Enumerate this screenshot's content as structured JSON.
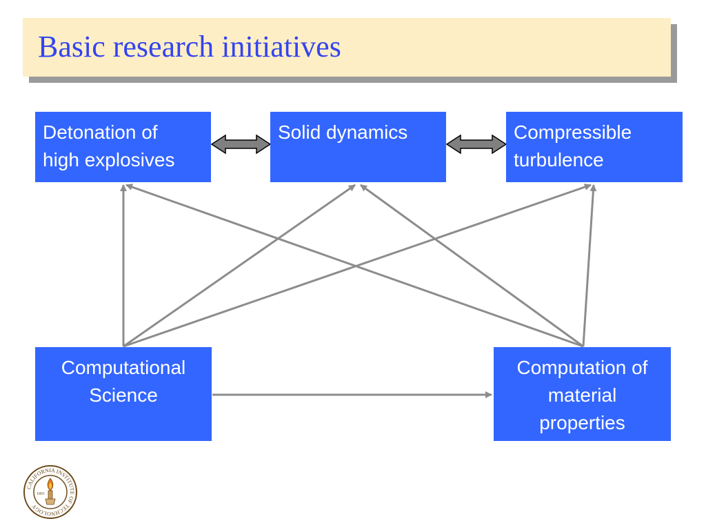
{
  "slide": {
    "title": "Basic research initiatives"
  },
  "nodes": {
    "detonation": {
      "lines": [
        "Detonation of",
        "high explosives"
      ]
    },
    "solid_dynamics": {
      "lines": [
        "Solid dynamics"
      ]
    },
    "turbulence": {
      "lines": [
        "Compressible",
        "turbulence"
      ]
    },
    "computational_science": {
      "lines": [
        "Computational",
        "Science"
      ]
    },
    "material_properties": {
      "lines": [
        "Computation of",
        "material",
        "properties"
      ]
    }
  },
  "edges": [
    {
      "from": "Detonation of high explosives",
      "to": "Solid dynamics",
      "type": "bidirectional"
    },
    {
      "from": "Solid dynamics",
      "to": "Compressible turbulence",
      "type": "bidirectional"
    },
    {
      "from": "Computational Science",
      "to": "Detonation of high explosives",
      "type": "directed"
    },
    {
      "from": "Computational Science",
      "to": "Solid dynamics",
      "type": "directed"
    },
    {
      "from": "Computational Science",
      "to": "Compressible turbulence",
      "type": "directed"
    },
    {
      "from": "Computational Science",
      "to": "Computation of material properties",
      "type": "directed"
    },
    {
      "from": "Computation of material properties",
      "to": "Detonation of high explosives",
      "type": "directed"
    },
    {
      "from": "Computation of material properties",
      "to": "Solid dynamics",
      "type": "directed"
    },
    {
      "from": "Computation of material properties",
      "to": "Compressible turbulence",
      "type": "directed"
    }
  ],
  "logo": {
    "name": "caltech-seal",
    "ring_text": "CALIFORNIA INSTITUTE OF TECHNOLOGY",
    "year": "1891"
  },
  "colors": {
    "title_text": "#3344ee",
    "title_background": "#fdeec6",
    "title_shadow": "#9a9a9a",
    "node_fill": "#3366ff",
    "node_text": "#ffffff",
    "connector": "#8c8c8c",
    "double_arrow_fill": "#808080"
  }
}
